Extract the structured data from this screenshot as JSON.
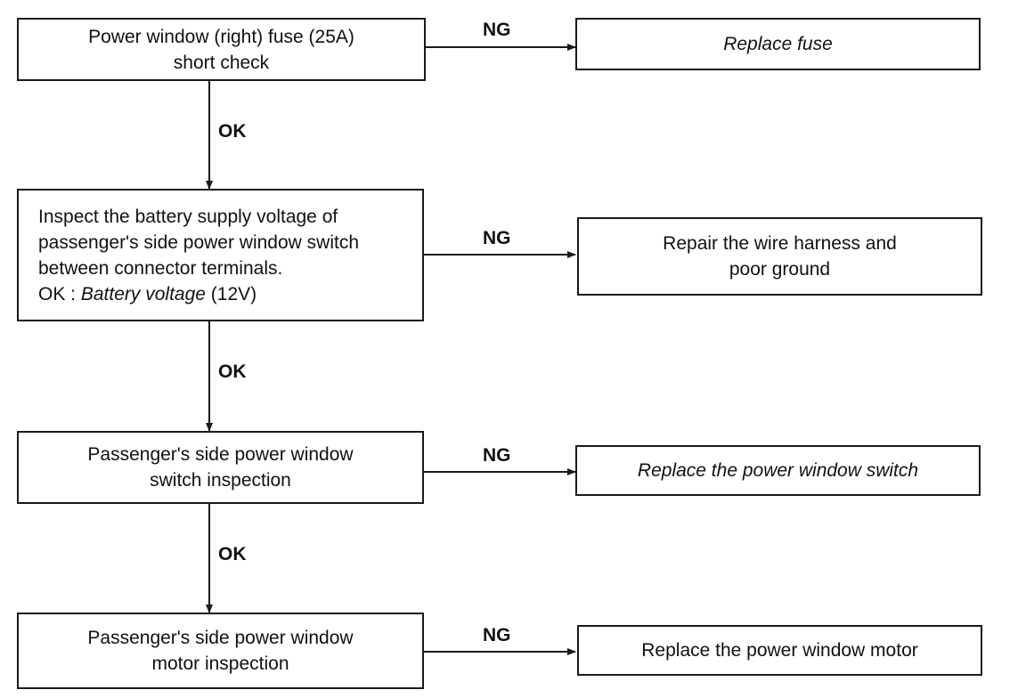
{
  "steps": [
    {
      "lines": [
        "Power window (right) fuse (25A)",
        "short check"
      ],
      "ok_label": "OK",
      "ng_label": "NG",
      "result": {
        "lines": [
          "Replace fuse"
        ],
        "italic": true
      }
    },
    {
      "lines": [
        "Inspect the battery supply voltage of",
        "passenger's side power window switch",
        "between connector terminals."
      ],
      "spec": {
        "prefix": "OK : ",
        "value": "Battery voltage",
        "suffix": " (12V)"
      },
      "ok_label": "OK",
      "ng_label": "NG",
      "result": {
        "lines": [
          "Repair the wire harness and",
          "poor ground"
        ],
        "italic": false
      }
    },
    {
      "lines": [
        "Passenger's side power window",
        "switch inspection"
      ],
      "ok_label": "OK",
      "ng_label": "NG",
      "result": {
        "lines": [
          "Replace the power window switch"
        ],
        "italic": true
      }
    },
    {
      "lines": [
        "Passenger's side power window",
        "motor inspection"
      ],
      "ng_label": "NG",
      "result": {
        "lines": [
          "Replace the power window motor"
        ],
        "italic": false
      }
    }
  ]
}
